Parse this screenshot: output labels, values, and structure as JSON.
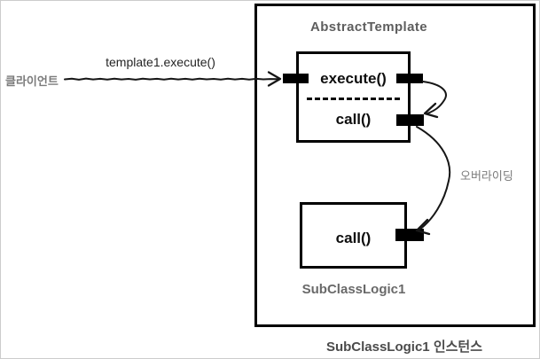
{
  "colors": {
    "background": "#ffffff",
    "canvas_border": "#cccccc",
    "box_border": "#000000",
    "port_fill": "#000000",
    "method_text": "#0e0e0e",
    "gray_label": "#7b7b7b",
    "class_caption_gray": "#696969",
    "title_gray": "#5e5e5e",
    "instance_caption": "#4b4b4b",
    "arrow_stroke": "#161616"
  },
  "client": {
    "label": "클라이언트",
    "message": "template1.execute()"
  },
  "abstract_template": {
    "title": "AbstractTemplate",
    "top_method": "execute()",
    "bottom_method": "call()"
  },
  "subclass_logic": {
    "caption": "SubClassLogic1",
    "method": "call()"
  },
  "override_annotation": {
    "label": "오버라이딩"
  },
  "instance_frame": {
    "caption": "SubClassLogic1 인스턴스"
  }
}
